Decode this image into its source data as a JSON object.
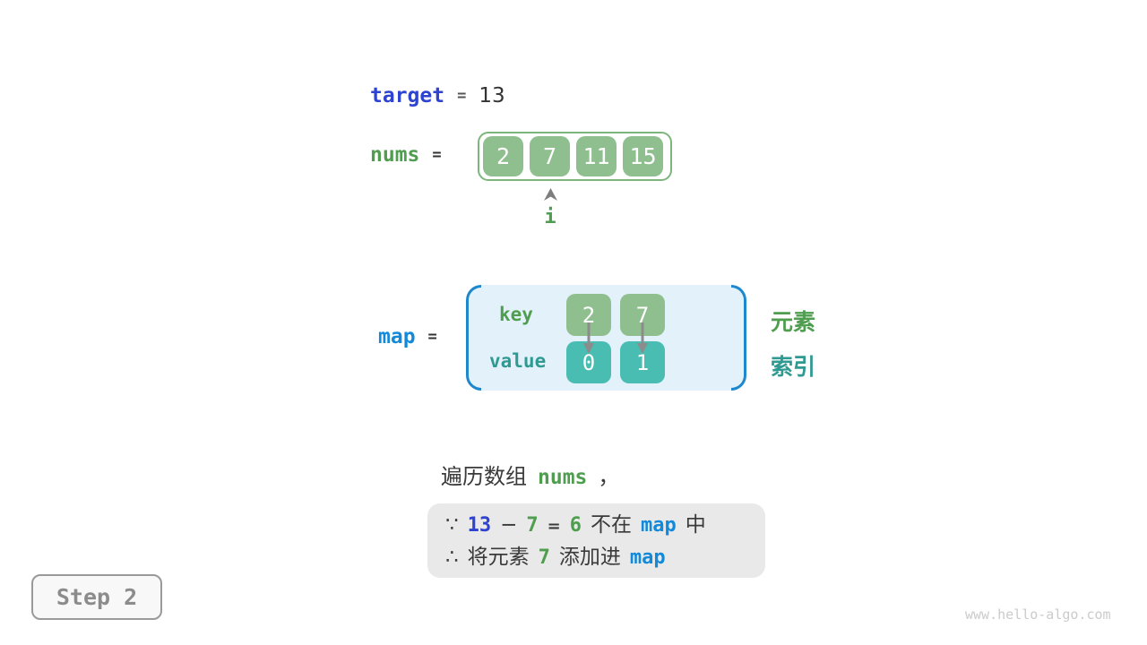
{
  "target_line": {
    "label": "target",
    "eq": "=",
    "value": "13"
  },
  "nums_line": {
    "label": "nums",
    "eq": "="
  },
  "nums": {
    "values": [
      "2",
      "7",
      "11",
      "15"
    ]
  },
  "pointer": {
    "label": "i"
  },
  "map_line": {
    "label": "map",
    "eq": "="
  },
  "map": {
    "key_label": "key",
    "value_label": "value",
    "keys": [
      "2",
      "7"
    ],
    "values": [
      "0",
      "1"
    ],
    "right_top_label": "元素",
    "right_bottom_label": "索引"
  },
  "sentence": {
    "prefix": "遍历数组",
    "code": "nums",
    "comma": "，"
  },
  "reason_box": {
    "line1": {
      "because": "∵",
      "n13": "13",
      "minus": "−",
      "n7": "7",
      "eq": "=",
      "n6": "6",
      "not_in": "不在",
      "map": "map",
      "zhong": "中"
    },
    "line2": {
      "therefore": "∴",
      "text1": "将元素",
      "n7": "7",
      "text2": "添加进",
      "map": "map"
    }
  },
  "step": {
    "label": "Step 2"
  },
  "watermark": "www.hello-algo.com",
  "colors": {
    "royal-blue": "#2e43d0",
    "azure": "#1389d9",
    "green-text": "#4f9e4f",
    "teal-text": "#2f9a91",
    "cell-green": "#8fbf8f",
    "cell-green-border": "#7db57d",
    "cell-teal": "#49bdb2",
    "map-box-bg": "#e3f1fb",
    "map-bracket": "#1e87cd",
    "dark-text": "#3a3a3a",
    "gray": "#8a8a8a",
    "reason-box-bg": "#e9e9e9",
    "step-border": "#9a9a9a",
    "watermark": "#cbcbcb"
  }
}
